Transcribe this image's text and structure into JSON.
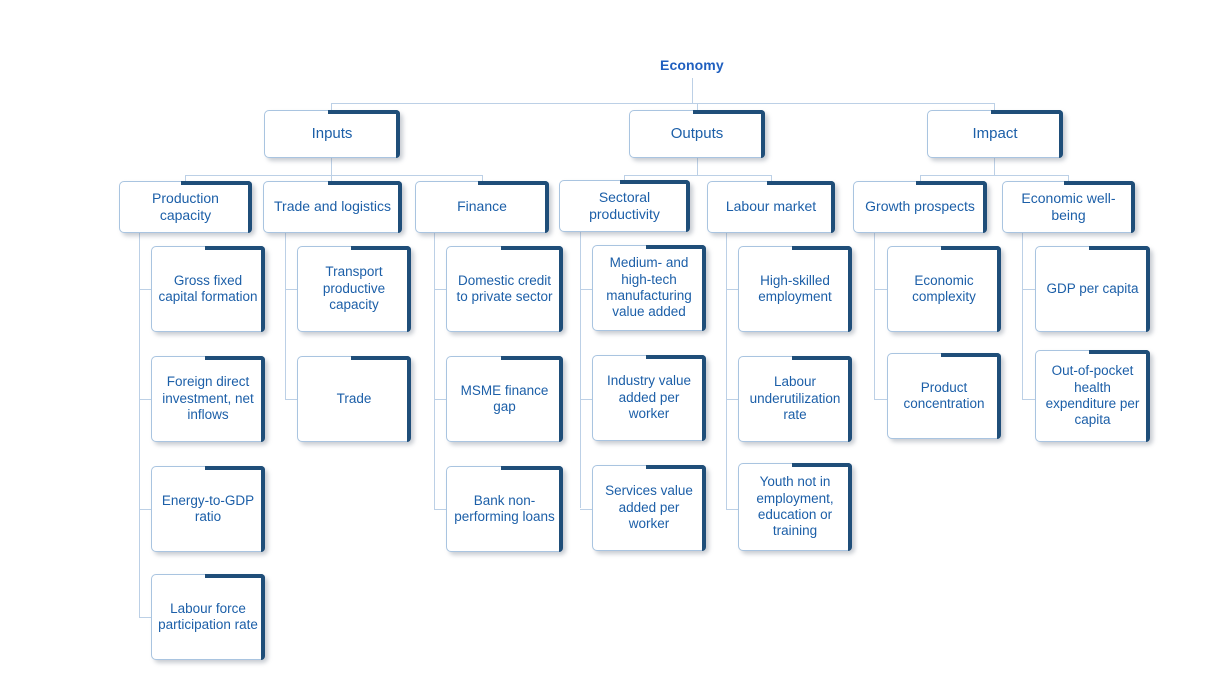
{
  "diagram": {
    "title": "Economy",
    "type": "organizational-hierarchy",
    "colors": {
      "text": "#1c5fa8",
      "title": "#1f5fbf",
      "box_border": "#a9c4e0",
      "accent": "#1f4e79",
      "connector": "#bcd0e6",
      "background": "#ffffff"
    },
    "levels": {
      "level1": [
        "Inputs",
        "Outputs",
        "Impact"
      ],
      "level2": [
        "Production capacity",
        "Trade and logistics",
        "Finance",
        "Sectoral productivity",
        "Labour market",
        "Growth prospects",
        "Economic well-being"
      ]
    },
    "root": {
      "label": "Economy",
      "children": [
        {
          "label": "Inputs",
          "children": [
            {
              "label": "Production capacity",
              "indicators": [
                "Gross fixed capital formation",
                "Foreign direct investment, net inflows",
                "Energy-to-GDP ratio",
                "Labour force participation rate"
              ]
            },
            {
              "label": "Trade and logistics",
              "indicators": [
                "Transport productive capacity",
                "Trade"
              ]
            },
            {
              "label": "Finance",
              "indicators": [
                "Domestic credit to private sector",
                "MSME finance gap",
                "Bank non-performing loans"
              ]
            }
          ]
        },
        {
          "label": "Outputs",
          "children": [
            {
              "label": "Sectoral productivity",
              "indicators": [
                "Medium- and high-tech manufacturing value added",
                "Industry value added per worker",
                "Services value added per worker"
              ]
            },
            {
              "label": "Labour market",
              "indicators": [
                "High-skilled employment",
                "Labour underutilization rate",
                "Youth not in employment, education or training"
              ]
            }
          ]
        },
        {
          "label": "Impact",
          "children": [
            {
              "label": "Growth prospects",
              "indicators": [
                "Economic complexity",
                "Product concentration"
              ]
            },
            {
              "label": "Economic well-being",
              "indicators": [
                "GDP per capita",
                "Out-of-pocket health expenditure per capita"
              ]
            }
          ]
        }
      ]
    },
    "nodes": {
      "inputs": "Inputs",
      "outputs": "Outputs",
      "impact": "Impact",
      "production_capacity": "Production capacity",
      "trade_and_logistics": "Trade and logistics",
      "finance": "Finance",
      "sectoral_productivity": "Sectoral productivity",
      "labour_market": "Labour market",
      "growth_prospects": "Growth prospects",
      "economic_well_being": "Economic well-being",
      "gross_fixed_capital_formation": "Gross fixed capital formation",
      "foreign_direct_investment": "Foreign direct investment, net inflows",
      "energy_to_gdp_ratio": "Energy-to-GDP ratio",
      "labour_force_participation_rate": "Labour force participation rate",
      "transport_productive_capacity": "Transport productive capacity",
      "trade": "Trade",
      "domestic_credit_to_private_sector": "Domestic credit to private sector",
      "msme_finance_gap": "MSME finance gap",
      "bank_non_performing_loans": "Bank non-performing loans",
      "medium_high_tech_manufacturing": "Medium- and high-tech manufacturing value added",
      "industry_value_added_per_worker": "Industry value added per worker",
      "services_value_added_per_worker": "Services value added per worker",
      "high_skilled_employment": "High-skilled employment",
      "labour_underutilization_rate": "Labour underutilization rate",
      "youth_not_in_employment": "Youth not in employment, education or training",
      "economic_complexity": "Economic complexity",
      "product_concentration": "Product concentration",
      "gdp_per_capita": "GDP per capita",
      "out_of_pocket_health_expenditure": "Out-of-pocket health expenditure per capita"
    }
  }
}
